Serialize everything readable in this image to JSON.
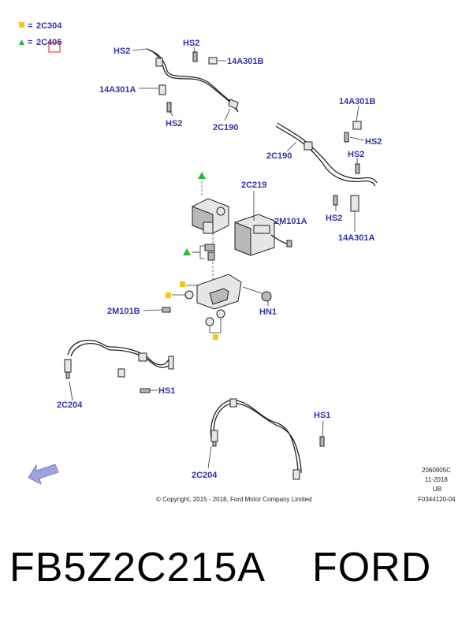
{
  "legend": {
    "square_code": "2C304",
    "triangle_code": "2C405",
    "equals": "=",
    "square_color": "#f5c518",
    "triangle_color": "#22bb33"
  },
  "callouts": {
    "hs2_a": "HS2",
    "hs2_b": "HS2",
    "c14a301b_a": "14A301B",
    "c14a301a_a": "14A301A",
    "hs2_c": "HS2",
    "c2c190_a": "2C190",
    "c14a301b_b": "14A301B",
    "hs2_d": "HS2",
    "c2c190_b": "2C190",
    "hs2_e": "HS2",
    "hs2_f": "HS2",
    "c14a301a_b": "14A301A",
    "c2c219": "2C219",
    "c2m101a": "2M101A",
    "c2m101b": "2M101B",
    "hn1": "HN1",
    "hs1_a": "HS1",
    "c2c204_a": "2C204",
    "hs1_b": "HS1",
    "c2c204_b": "2C204"
  },
  "drawing_meta": {
    "code": "2060905C",
    "date": "11-2018",
    "region": "UB",
    "figure": "F0344120-04"
  },
  "copyright": "© Copyright, 2015 - 2018, Ford Motor Company Limited",
  "caption": "FB5Z2C215A    FORD",
  "colors": {
    "label": "#3333aa",
    "arrow": "#9ea3e0"
  },
  "icons": {
    "direction": "front-arrow-icon"
  }
}
